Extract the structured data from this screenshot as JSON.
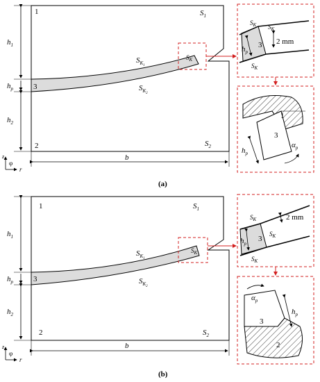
{
  "figure": {
    "captions": {
      "a": "(a)",
      "b": "(b)"
    },
    "units_label": "2 mm",
    "coord": {
      "z": "z",
      "r": "r",
      "phi": "φ"
    },
    "dims": {
      "h": "h",
      "h1_sub": "1",
      "h2_sub": "2",
      "hp_sub": "p",
      "b": "b"
    },
    "regions": {
      "r1": "1",
      "r2": "2",
      "r3": "3"
    },
    "surfaces": {
      "S": "S",
      "S1_sub": "1",
      "S2_sub": "2",
      "SK_sub": "K",
      "SK_subsub1": "1",
      "SK_subsub2": "2"
    },
    "alpha": {
      "a": "α",
      "sub": "p"
    }
  }
}
